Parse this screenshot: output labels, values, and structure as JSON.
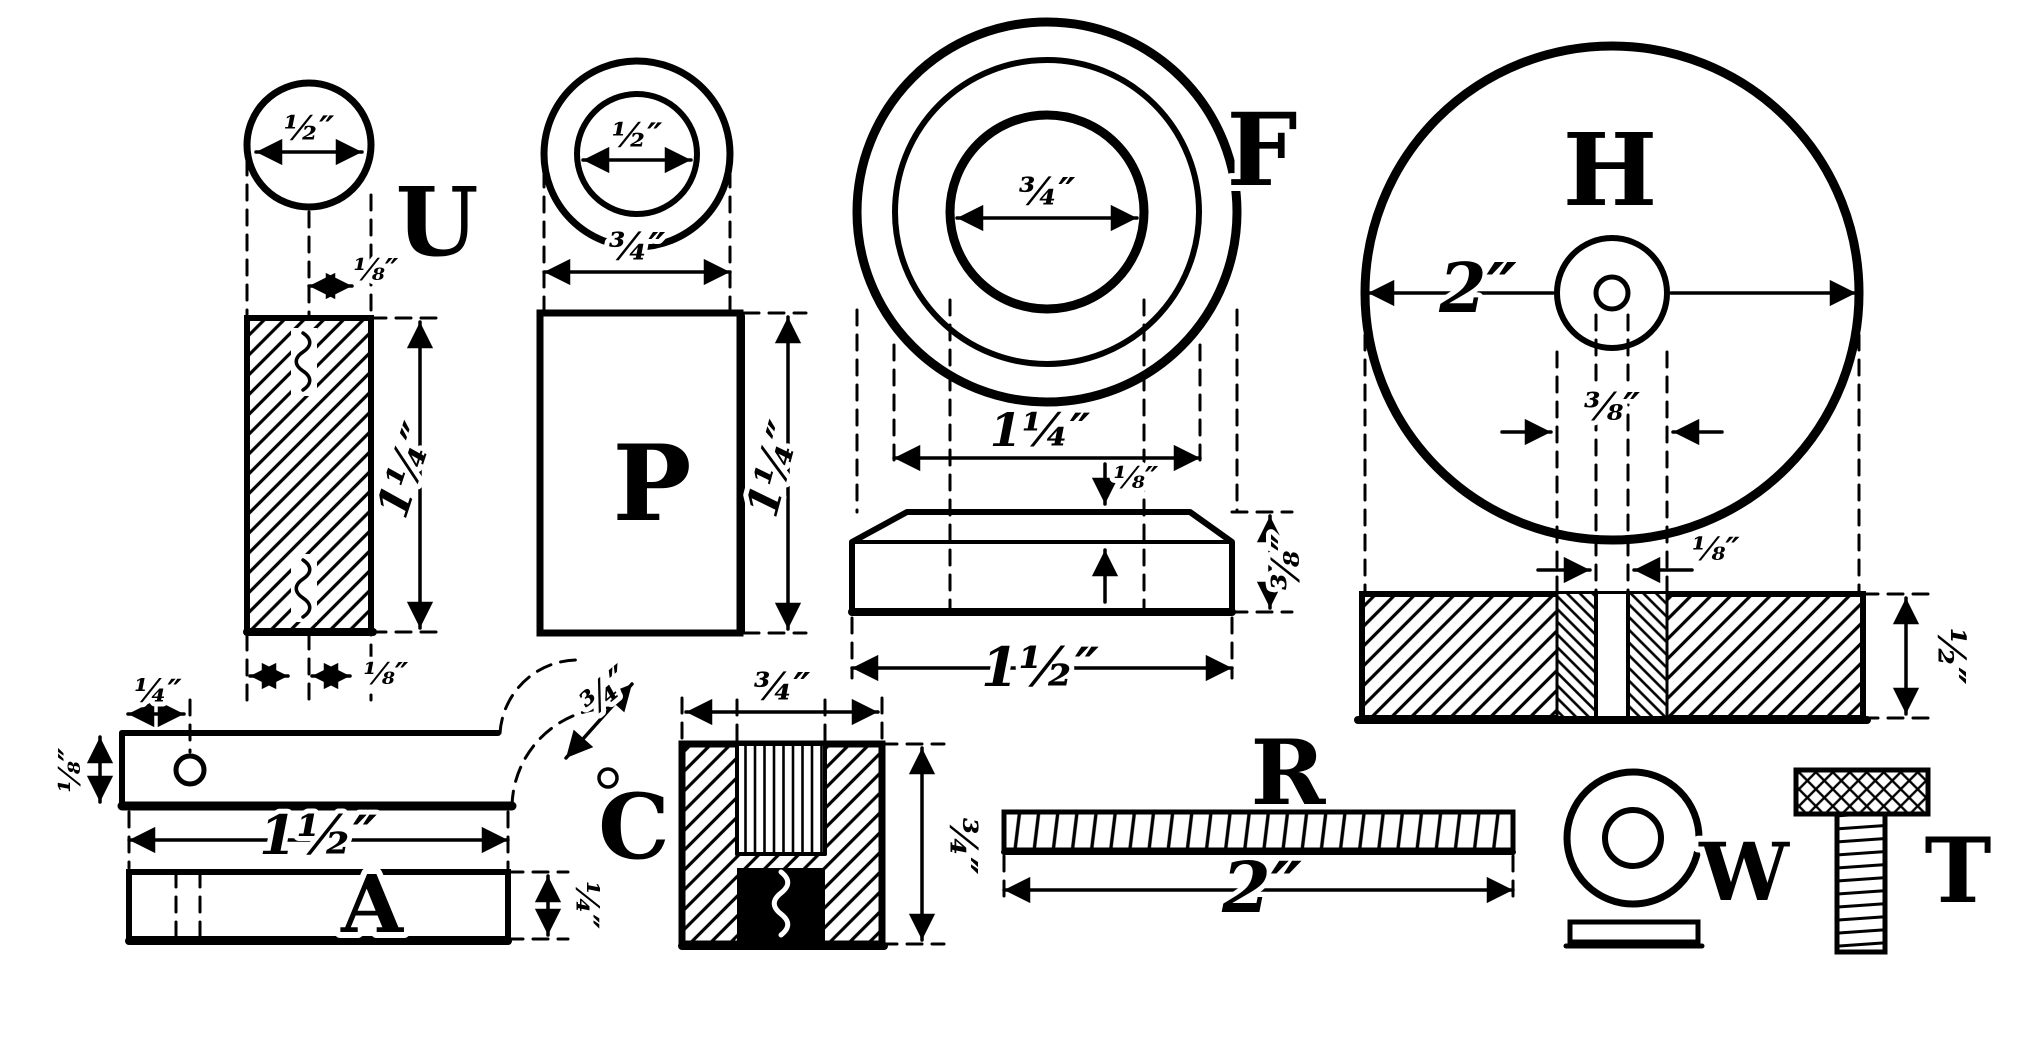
{
  "figure": {
    "type": "technical-drawing",
    "ink_color": "#000000",
    "paper_color": "#ffffff"
  },
  "parts": {
    "u": {
      "label": "U",
      "dim_pin": "½″",
      "dim_top": "⅛″",
      "dim_length": "1¼″",
      "dim_bottom": "⅛″"
    },
    "p": {
      "label": "P",
      "dim_bore": "½″",
      "dim_width": "¾″",
      "dim_length": "1¼″"
    },
    "f": {
      "label": "F",
      "dim_bore": "¾″",
      "dim_face": "1¼″",
      "dim_step": "⅛″",
      "dim_thickness": "⅜″",
      "dim_base": "1½″"
    },
    "h": {
      "label": "H",
      "dim_diameter": "2″",
      "dim_hub": "⅜″",
      "dim_bore": "⅛″",
      "dim_rim": "½″"
    },
    "a": {
      "label": "A",
      "dim_hole": "¼″",
      "dim_thickness": "⅛″",
      "dim_bend": "¾″",
      "dim_length": "1½″",
      "dim_width": "¼″"
    },
    "c": {
      "label": "C",
      "dim_width": "¾″",
      "dim_height": "¾″"
    },
    "r": {
      "label": "R",
      "dim_length": "2″"
    },
    "w": {
      "label": "W"
    },
    "t": {
      "label": "T"
    }
  }
}
